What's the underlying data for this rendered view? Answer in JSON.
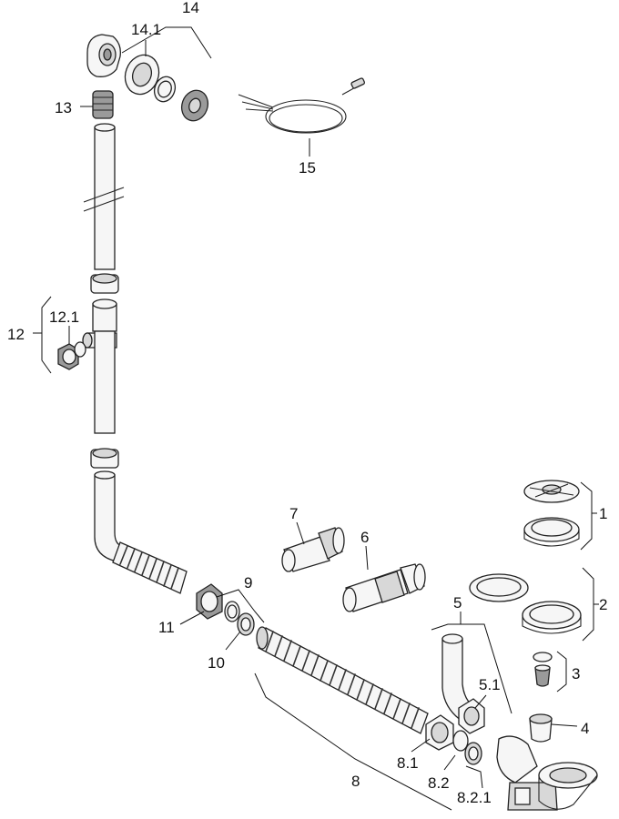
{
  "labels": {
    "p1": "1",
    "p2": "2",
    "p3": "3",
    "p4": "4",
    "p5": "5",
    "p5_1": "5.1",
    "p6": "6",
    "p7": "7",
    "p8": "8",
    "p8_1": "8.1",
    "p8_2": "8.2",
    "p8_2_1": "8.2.1",
    "p9": "9",
    "p10": "10",
    "p11": "11",
    "p12": "12",
    "p12_1": "12.1",
    "p13": "13",
    "p14": "14",
    "p14_1": "14.1",
    "p15": "15"
  }
}
